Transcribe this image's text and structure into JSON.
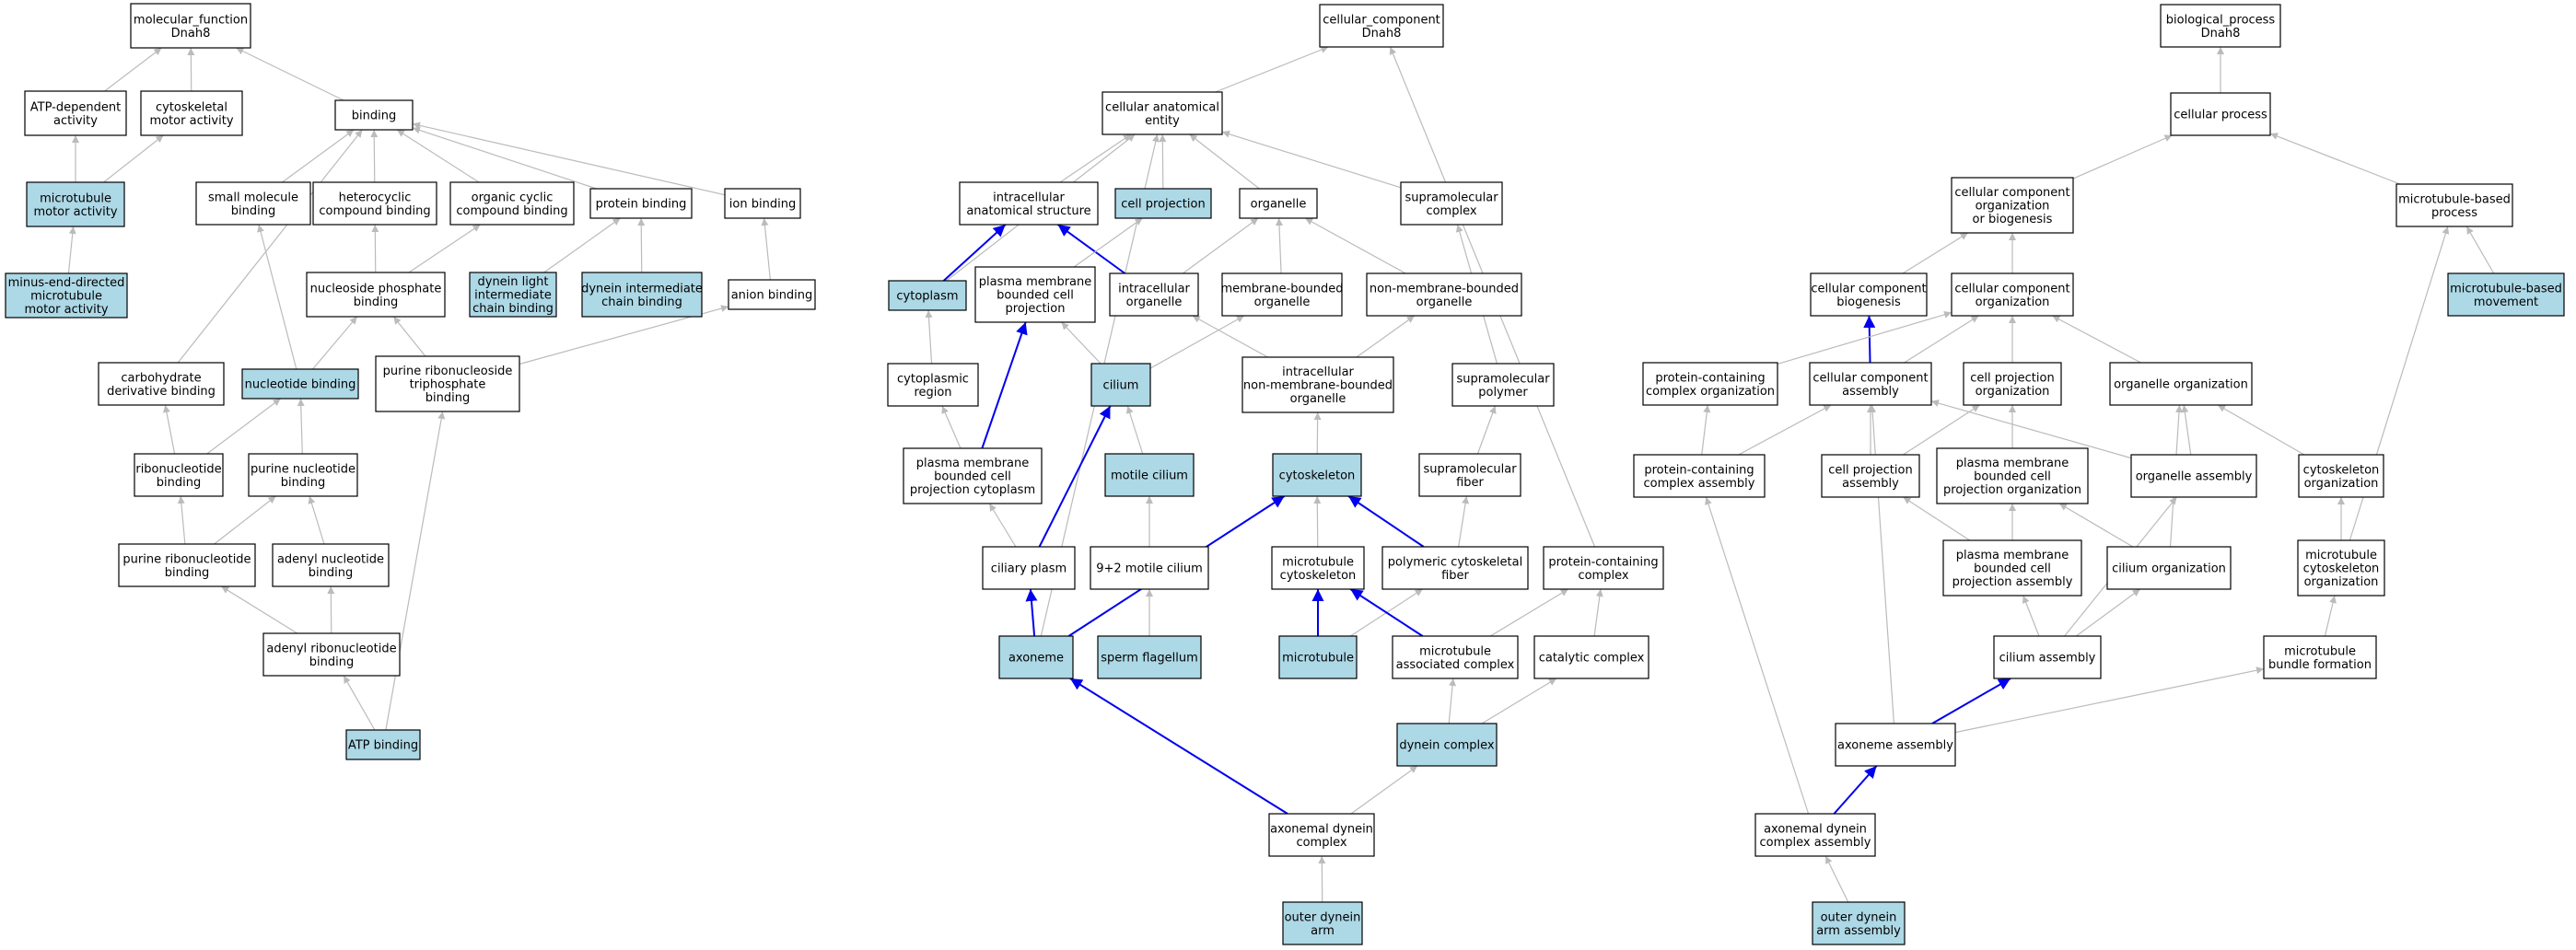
{
  "colors": {
    "highlight_fill": "#add8e6",
    "plain_fill": "#ffffff",
    "edge_gray": "#bbbbbb",
    "edge_blue": "#0000ee",
    "border": "#000000"
  },
  "nodes": [
    {
      "id": "mf_root",
      "label": "molecular_function\nDnah8",
      "hl": false
    },
    {
      "id": "atp_dep",
      "label": "ATP-dependent\nactivity",
      "hl": false
    },
    {
      "id": "cyto_motor",
      "label": "cytoskeletal\nmotor activity",
      "hl": false
    },
    {
      "id": "binding",
      "label": "binding",
      "hl": false
    },
    {
      "id": "mt_motor",
      "label": "microtubule\nmotor activity",
      "hl": true
    },
    {
      "id": "minus_end",
      "label": "minus-end-directed\nmicrotubule\nmotor activity",
      "hl": true
    },
    {
      "id": "small_mol",
      "label": "small molecule\nbinding",
      "hl": false
    },
    {
      "id": "hetero",
      "label": "heterocyclic\ncompound binding",
      "hl": false
    },
    {
      "id": "org_cyclic",
      "label": "organic cyclic\ncompound binding",
      "hl": false
    },
    {
      "id": "protein_b",
      "label": "protein binding",
      "hl": false
    },
    {
      "id": "ion_b",
      "label": "ion binding",
      "hl": false
    },
    {
      "id": "nuc_phos",
      "label": "nucleoside phosphate\nbinding",
      "hl": false
    },
    {
      "id": "dynein_light",
      "label": "dynein light\nintermediate\nchain binding",
      "hl": true
    },
    {
      "id": "dynein_int",
      "label": "dynein intermediate\nchain binding",
      "hl": true
    },
    {
      "id": "anion_b",
      "label": "anion binding",
      "hl": false
    },
    {
      "id": "carb_deriv",
      "label": "carbohydrate\nderivative binding",
      "hl": false
    },
    {
      "id": "nucleotide_b",
      "label": "nucleotide binding",
      "hl": true
    },
    {
      "id": "purine_ribo_tri",
      "label": "purine ribonucleoside\ntriphosphate\nbinding",
      "hl": false
    },
    {
      "id": "ribonuc_b",
      "label": "ribonucleotide\nbinding",
      "hl": false
    },
    {
      "id": "purine_nuc_b",
      "label": "purine nucleotide\nbinding",
      "hl": false
    },
    {
      "id": "purine_ribonuc_b",
      "label": "purine ribonucleotide\nbinding",
      "hl": false
    },
    {
      "id": "adenyl_nuc_b",
      "label": "adenyl nucleotide\nbinding",
      "hl": false
    },
    {
      "id": "adenyl_ribonuc_b",
      "label": "adenyl ribonucleotide\nbinding",
      "hl": false
    },
    {
      "id": "atp_b",
      "label": "ATP binding",
      "hl": true
    },
    {
      "id": "cc_root",
      "label": "cellular_component\nDnah8",
      "hl": false
    },
    {
      "id": "cell_anat",
      "label": "cellular anatomical\nentity",
      "hl": false
    },
    {
      "id": "intracell_anat",
      "label": "intracellular\nanatomical structure",
      "hl": false
    },
    {
      "id": "cell_proj",
      "label": "cell projection",
      "hl": true
    },
    {
      "id": "organelle",
      "label": "organelle",
      "hl": false
    },
    {
      "id": "supramol_cplx",
      "label": "supramolecular\ncomplex",
      "hl": false
    },
    {
      "id": "cytoplasm",
      "label": "cytoplasm",
      "hl": true
    },
    {
      "id": "pm_bounded_proj",
      "label": "plasma membrane\nbounded cell\nprojection",
      "hl": false
    },
    {
      "id": "intracell_org",
      "label": "intracellular\norganelle",
      "hl": false
    },
    {
      "id": "mem_bounded_org",
      "label": "membrane-bounded\norganelle",
      "hl": false
    },
    {
      "id": "nonmem_bounded_org",
      "label": "non-membrane-bounded\norganelle",
      "hl": false
    },
    {
      "id": "cytoplasmic_region",
      "label": "cytoplasmic\nregion",
      "hl": false
    },
    {
      "id": "cilium",
      "label": "cilium",
      "hl": true
    },
    {
      "id": "intracell_nonmem",
      "label": "intracellular\nnon-membrane-bounded\norganelle",
      "hl": false
    },
    {
      "id": "supramol_polymer",
      "label": "supramolecular\npolymer",
      "hl": false
    },
    {
      "id": "pm_proj_cytoplasm",
      "label": "plasma membrane\nbounded cell\nprojection cytoplasm",
      "hl": false
    },
    {
      "id": "motile_cilium",
      "label": "motile cilium",
      "hl": true
    },
    {
      "id": "cytoskeleton",
      "label": "cytoskeleton",
      "hl": true
    },
    {
      "id": "supramol_fiber",
      "label": "supramolecular\nfiber",
      "hl": false
    },
    {
      "id": "ciliary_plasm",
      "label": "ciliary plasm",
      "hl": false
    },
    {
      "id": "nine_two",
      "label": "9+2 motile cilium",
      "hl": false
    },
    {
      "id": "mt_cytoskeleton",
      "label": "microtubule\ncytoskeleton",
      "hl": false
    },
    {
      "id": "polymeric_fiber",
      "label": "polymeric cytoskeletal\nfiber",
      "hl": false
    },
    {
      "id": "protein_cplx",
      "label": "protein-containing\ncomplex",
      "hl": false
    },
    {
      "id": "axoneme",
      "label": "axoneme",
      "hl": true
    },
    {
      "id": "sperm_flag",
      "label": "sperm flagellum",
      "hl": true
    },
    {
      "id": "microtubule",
      "label": "microtubule",
      "hl": true
    },
    {
      "id": "mt_assoc_cplx",
      "label": "microtubule\nassociated complex",
      "hl": false
    },
    {
      "id": "catalytic_cplx",
      "label": "catalytic complex",
      "hl": false
    },
    {
      "id": "dynein_cplx",
      "label": "dynein complex",
      "hl": true
    },
    {
      "id": "axonemal_dynein",
      "label": "axonemal dynein\ncomplex",
      "hl": false
    },
    {
      "id": "outer_dynein_arm",
      "label": "outer dynein\narm",
      "hl": true
    },
    {
      "id": "bp_root",
      "label": "biological_process\nDnah8",
      "hl": false
    },
    {
      "id": "cell_process",
      "label": "cellular process",
      "hl": false
    },
    {
      "id": "cc_org_biogen",
      "label": "cellular component\norganization\nor biogenesis",
      "hl": false
    },
    {
      "id": "mt_based_proc",
      "label": "microtubule-based\nprocess",
      "hl": false
    },
    {
      "id": "cc_biogenesis",
      "label": "cellular component\nbiogenesis",
      "hl": false
    },
    {
      "id": "cc_org",
      "label": "cellular component\norganization",
      "hl": false
    },
    {
      "id": "mt_based_move",
      "label": "microtubule-based\nmovement",
      "hl": true
    },
    {
      "id": "prot_cplx_org",
      "label": "protein-containing\ncomplex organization",
      "hl": false
    },
    {
      "id": "cc_assembly",
      "label": "cellular component\nassembly",
      "hl": false
    },
    {
      "id": "cell_proj_org",
      "label": "cell projection\norganization",
      "hl": false
    },
    {
      "id": "organelle_org",
      "label": "organelle organization",
      "hl": false
    },
    {
      "id": "prot_cplx_assembly",
      "label": "protein-containing\ncomplex assembly",
      "hl": false
    },
    {
      "id": "cell_proj_assembly",
      "label": "cell projection\nassembly",
      "hl": false
    },
    {
      "id": "pm_proj_org",
      "label": "plasma membrane\nbounded cell\nprojection organization",
      "hl": false
    },
    {
      "id": "organelle_assembly",
      "label": "organelle assembly",
      "hl": false
    },
    {
      "id": "cytoskel_org",
      "label": "cytoskeleton\norganization",
      "hl": false
    },
    {
      "id": "pm_proj_assembly",
      "label": "plasma membrane\nbounded cell\nprojection assembly",
      "hl": false
    },
    {
      "id": "cilium_org",
      "label": "cilium organization",
      "hl": false
    },
    {
      "id": "mt_cytoskel_org",
      "label": "microtubule\ncytoskeleton\norganization",
      "hl": false
    },
    {
      "id": "mt_bundle",
      "label": "microtubule\nbundle formation",
      "hl": false
    },
    {
      "id": "cilium_assembly",
      "label": "cilium assembly",
      "hl": false
    },
    {
      "id": "axoneme_assembly",
      "label": "axoneme assembly",
      "hl": false
    },
    {
      "id": "axonemal_dynein_assembly",
      "label": "axonemal dynein\ncomplex assembly",
      "hl": false
    },
    {
      "id": "outer_dynein_assembly",
      "label": "outer dynein\narm assembly",
      "hl": true
    }
  ],
  "edges": [
    {
      "from": "atp_dep",
      "to": "mf_root",
      "c": "g"
    },
    {
      "from": "cyto_motor",
      "to": "mf_root",
      "c": "g"
    },
    {
      "from": "binding",
      "to": "mf_root",
      "c": "g"
    },
    {
      "from": "mt_motor",
      "to": "atp_dep",
      "c": "g"
    },
    {
      "from": "mt_motor",
      "to": "cyto_motor",
      "c": "g"
    },
    {
      "from": "minus_end",
      "to": "mt_motor",
      "c": "g"
    },
    {
      "from": "small_mol",
      "to": "binding",
      "c": "g"
    },
    {
      "from": "hetero",
      "to": "binding",
      "c": "g"
    },
    {
      "from": "org_cyclic",
      "to": "binding",
      "c": "g"
    },
    {
      "from": "protein_b",
      "to": "binding",
      "c": "g"
    },
    {
      "from": "ion_b",
      "to": "binding",
      "c": "g"
    },
    {
      "from": "carb_deriv",
      "to": "binding",
      "c": "g"
    },
    {
      "from": "nuc_phos",
      "to": "hetero",
      "c": "g"
    },
    {
      "from": "nuc_phos",
      "to": "org_cyclic",
      "c": "g"
    },
    {
      "from": "dynein_light",
      "to": "protein_b",
      "c": "g"
    },
    {
      "from": "dynein_int",
      "to": "protein_b",
      "c": "g"
    },
    {
      "from": "anion_b",
      "to": "ion_b",
      "c": "g"
    },
    {
      "from": "nucleotide_b",
      "to": "small_mol",
      "c": "g"
    },
    {
      "from": "nucleotide_b",
      "to": "nuc_phos",
      "c": "g"
    },
    {
      "from": "purine_ribo_tri",
      "to": "nuc_phos",
      "c": "g"
    },
    {
      "from": "purine_ribo_tri",
      "to": "anion_b",
      "c": "g"
    },
    {
      "from": "ribonuc_b",
      "to": "carb_deriv",
      "c": "g"
    },
    {
      "from": "ribonuc_b",
      "to": "nucleotide_b",
      "c": "g"
    },
    {
      "from": "purine_nuc_b",
      "to": "nucleotide_b",
      "c": "g"
    },
    {
      "from": "purine_ribonuc_b",
      "to": "ribonuc_b",
      "c": "g"
    },
    {
      "from": "purine_ribonuc_b",
      "to": "purine_nuc_b",
      "c": "g"
    },
    {
      "from": "adenyl_nuc_b",
      "to": "purine_nuc_b",
      "c": "g"
    },
    {
      "from": "adenyl_ribonuc_b",
      "to": "purine_ribonuc_b",
      "c": "g"
    },
    {
      "from": "adenyl_ribonuc_b",
      "to": "adenyl_nuc_b",
      "c": "g"
    },
    {
      "from": "atp_b",
      "to": "adenyl_ribonuc_b",
      "c": "g"
    },
    {
      "from": "atp_b",
      "to": "purine_ribo_tri",
      "c": "g"
    },
    {
      "from": "cell_anat",
      "to": "cc_root",
      "c": "g"
    },
    {
      "from": "protein_cplx",
      "to": "cc_root",
      "c": "g"
    },
    {
      "from": "intracell_anat",
      "to": "cell_anat",
      "c": "g"
    },
    {
      "from": "cell_proj",
      "to": "cell_anat",
      "c": "g"
    },
    {
      "from": "organelle",
      "to": "cell_anat",
      "c": "g"
    },
    {
      "from": "supramol_cplx",
      "to": "cell_anat",
      "c": "g"
    },
    {
      "from": "cytoplasm",
      "to": "cell_anat",
      "c": "g"
    },
    {
      "from": "axoneme",
      "to": "cell_anat",
      "c": "g"
    },
    {
      "from": "cytoplasm",
      "to": "intracell_anat",
      "c": "b"
    },
    {
      "from": "intracell_org",
      "to": "intracell_anat",
      "c": "b"
    },
    {
      "from": "pm_bounded_proj",
      "to": "cell_proj",
      "c": "g"
    },
    {
      "from": "intracell_org",
      "to": "organelle",
      "c": "g"
    },
    {
      "from": "mem_bounded_org",
      "to": "organelle",
      "c": "g"
    },
    {
      "from": "nonmem_bounded_org",
      "to": "organelle",
      "c": "g"
    },
    {
      "from": "cytoplasmic_region",
      "to": "cytoplasm",
      "c": "g"
    },
    {
      "from": "cilium",
      "to": "pm_bounded_proj",
      "c": "g"
    },
    {
      "from": "cilium",
      "to": "mem_bounded_org",
      "c": "g"
    },
    {
      "from": "pm_proj_cytoplasm",
      "to": "pm_bounded_proj",
      "c": "b"
    },
    {
      "from": "intracell_nonmem",
      "to": "intracell_org",
      "c": "g"
    },
    {
      "from": "intracell_nonmem",
      "to": "nonmem_bounded_org",
      "c": "g"
    },
    {
      "from": "supramol_polymer",
      "to": "supramol_cplx",
      "c": "g"
    },
    {
      "from": "pm_proj_cytoplasm",
      "to": "cytoplasmic_region",
      "c": "g"
    },
    {
      "from": "motile_cilium",
      "to": "cilium",
      "c": "g"
    },
    {
      "from": "ciliary_plasm",
      "to": "cilium",
      "c": "b"
    },
    {
      "from": "cytoskeleton",
      "to": "intracell_nonmem",
      "c": "g"
    },
    {
      "from": "supramol_fiber",
      "to": "supramol_polymer",
      "c": "g"
    },
    {
      "from": "ciliary_plasm",
      "to": "pm_proj_cytoplasm",
      "c": "g"
    },
    {
      "from": "nine_two",
      "to": "motile_cilium",
      "c": "g"
    },
    {
      "from": "mt_cytoskeleton",
      "to": "cytoskeleton",
      "c": "g"
    },
    {
      "from": "polymeric_fiber",
      "to": "cytoskeleton",
      "c": "b"
    },
    {
      "from": "polymeric_fiber",
      "to": "supramol_fiber",
      "c": "g"
    },
    {
      "from": "axoneme",
      "to": "ciliary_plasm",
      "c": "b"
    },
    {
      "from": "axoneme",
      "to": "cytoskeleton",
      "c": "b"
    },
    {
      "from": "sperm_flag",
      "to": "nine_two",
      "c": "g"
    },
    {
      "from": "microtubule",
      "to": "mt_cytoskeleton",
      "c": "b"
    },
    {
      "from": "microtubule",
      "to": "polymeric_fiber",
      "c": "g"
    },
    {
      "from": "mt_assoc_cplx",
      "to": "mt_cytoskeleton",
      "c": "b"
    },
    {
      "from": "mt_assoc_cplx",
      "to": "protein_cplx",
      "c": "g"
    },
    {
      "from": "catalytic_cplx",
      "to": "protein_cplx",
      "c": "g"
    },
    {
      "from": "dynein_cplx",
      "to": "mt_assoc_cplx",
      "c": "g"
    },
    {
      "from": "dynein_cplx",
      "to": "catalytic_cplx",
      "c": "g"
    },
    {
      "from": "axonemal_dynein",
      "to": "axoneme",
      "c": "b"
    },
    {
      "from": "axonemal_dynein",
      "to": "dynein_cplx",
      "c": "g"
    },
    {
      "from": "outer_dynein_arm",
      "to": "axonemal_dynein",
      "c": "g"
    },
    {
      "from": "cell_process",
      "to": "bp_root",
      "c": "g"
    },
    {
      "from": "cc_org_biogen",
      "to": "cell_process",
      "c": "g"
    },
    {
      "from": "mt_based_proc",
      "to": "cell_process",
      "c": "g"
    },
    {
      "from": "cc_biogenesis",
      "to": "cc_org_biogen",
      "c": "g"
    },
    {
      "from": "cc_org",
      "to": "cc_org_biogen",
      "c": "g"
    },
    {
      "from": "mt_based_move",
      "to": "mt_based_proc",
      "c": "g"
    },
    {
      "from": "cc_assembly",
      "to": "cc_biogenesis",
      "c": "b"
    },
    {
      "from": "prot_cplx_org",
      "to": "cc_org",
      "c": "g"
    },
    {
      "from": "cc_assembly",
      "to": "cc_org",
      "c": "g"
    },
    {
      "from": "cell_proj_org",
      "to": "cc_org",
      "c": "g"
    },
    {
      "from": "organelle_org",
      "to": "cc_org",
      "c": "g"
    },
    {
      "from": "prot_cplx_assembly",
      "to": "prot_cplx_org",
      "c": "g"
    },
    {
      "from": "prot_cplx_assembly",
      "to": "cc_assembly",
      "c": "g"
    },
    {
      "from": "cell_proj_assembly",
      "to": "cc_assembly",
      "c": "g"
    },
    {
      "from": "organelle_assembly",
      "to": "cc_assembly",
      "c": "g"
    },
    {
      "from": "cell_proj_assembly",
      "to": "cell_proj_org",
      "c": "g"
    },
    {
      "from": "pm_proj_org",
      "to": "cell_proj_org",
      "c": "g"
    },
    {
      "from": "organelle_assembly",
      "to": "organelle_org",
      "c": "g"
    },
    {
      "from": "cytoskel_org",
      "to": "organelle_org",
      "c": "g"
    },
    {
      "from": "pm_proj_assembly",
      "to": "cell_proj_assembly",
      "c": "g"
    },
    {
      "from": "pm_proj_assembly",
      "to": "pm_proj_org",
      "c": "g"
    },
    {
      "from": "cilium_org",
      "to": "pm_proj_org",
      "c": "g"
    },
    {
      "from": "cilium_org",
      "to": "organelle_org",
      "c": "g"
    },
    {
      "from": "mt_cytoskel_org",
      "to": "cytoskel_org",
      "c": "g"
    },
    {
      "from": "mt_cytoskel_org",
      "to": "mt_based_proc",
      "c": "g"
    },
    {
      "from": "cilium_assembly",
      "to": "pm_proj_assembly",
      "c": "g"
    },
    {
      "from": "cilium_assembly",
      "to": "cilium_org",
      "c": "g"
    },
    {
      "from": "cilium_assembly",
      "to": "organelle_assembly",
      "c": "g"
    },
    {
      "from": "mt_bundle",
      "to": "mt_cytoskel_org",
      "c": "g"
    },
    {
      "from": "axoneme_assembly",
      "to": "cilium_assembly",
      "c": "b"
    },
    {
      "from": "axoneme_assembly",
      "to": "mt_bundle",
      "c": "g"
    },
    {
      "from": "axoneme_assembly",
      "to": "cc_assembly",
      "c": "g"
    },
    {
      "from": "axonemal_dynein_assembly",
      "to": "axoneme_assembly",
      "c": "b"
    },
    {
      "from": "axonemal_dynein_assembly",
      "to": "prot_cplx_assembly",
      "c": "g"
    },
    {
      "from": "outer_dynein_assembly",
      "to": "axonemal_dynein_assembly",
      "c": "g"
    }
  ]
}
